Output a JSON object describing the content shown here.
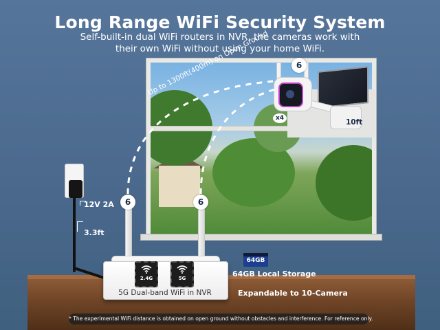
{
  "header": {
    "title": "Long Range WiFi Security System",
    "subtitle": "Self-built-in dual WiFi routers in NVR,  the cameras work with their own WiFi without using your home WiFi."
  },
  "range_label": "Up to 1300ft(400m) on Open Ground",
  "camera": {
    "quantity_badge": "x4",
    "cable_length": "10ft",
    "wifi_badge": "6"
  },
  "power": {
    "adapter_spec": "12V 2A",
    "cable_length": "3.3ft"
  },
  "nvr": {
    "label": "5G Dual-band WiFi in NVR",
    "chip_left_band": "2.4G",
    "chip_right_band": "5G",
    "antenna_badge": "6"
  },
  "storage": {
    "sd_card": "64GB",
    "label": "64GB Local Storage"
  },
  "expandable_label": "Expandable to 10-Camera",
  "disclaimer": "* The experimental WiFi distance is obtained on open ground without obstacles and interference. For reference only.",
  "colors": {
    "wall": "#4c6a8f",
    "accent_dark": "#1a2b49",
    "lens_ring": "#c040c8",
    "sd_card": "#1c3f8f"
  }
}
